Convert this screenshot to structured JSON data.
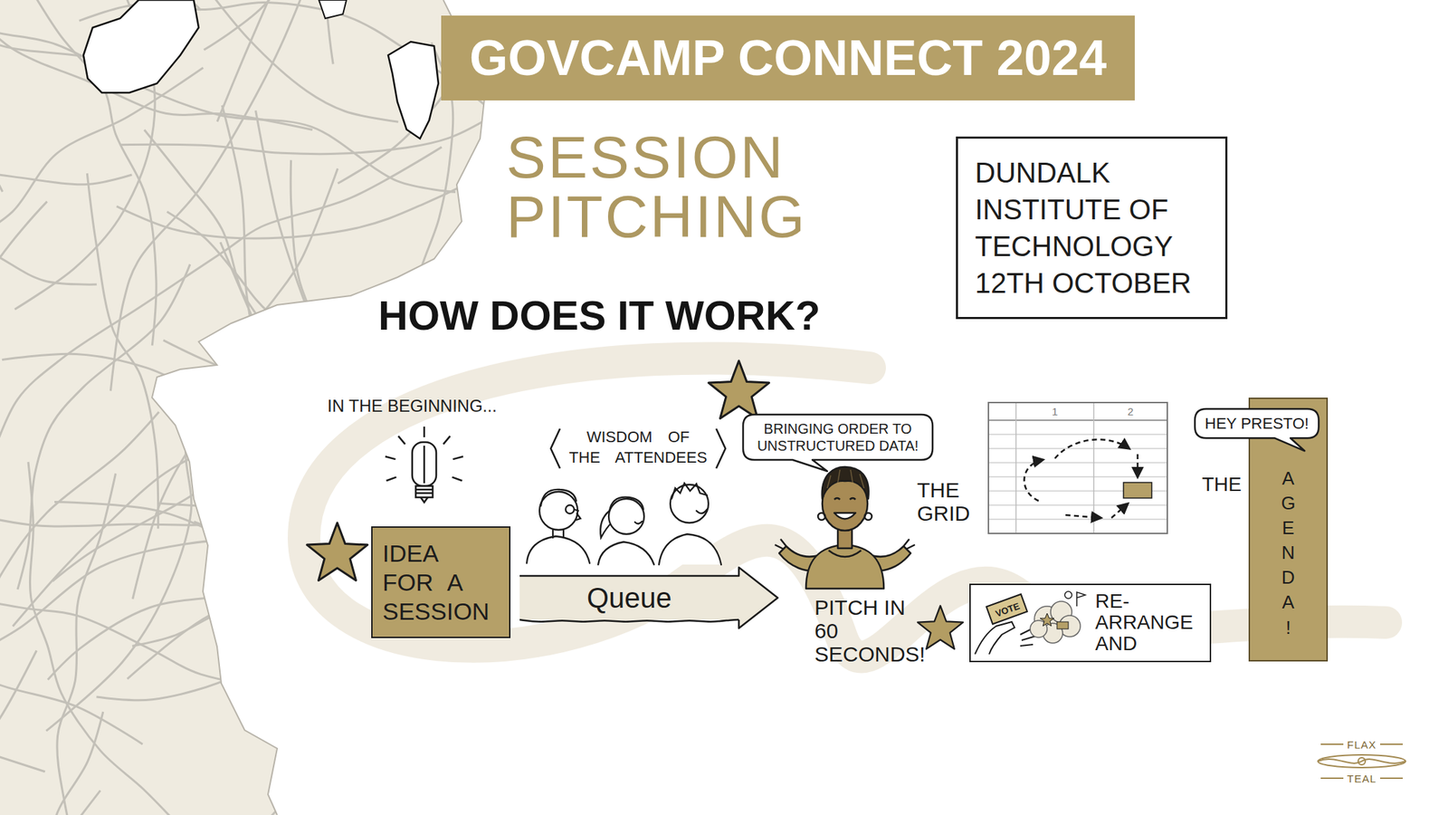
{
  "diagram": {
    "title": "GOVCAMP CONNECT 2024",
    "nodes": [
      {
        "text": [
          "DUNDALK INSTITUTE OF TECHNOLOGY 12TH OCTOBER"
        ]
      },
      {
        "text": [
          "IDEA FOR A SESSION"
        ]
      },
      {
        "text": [
          "Queue"
        ]
      },
      {
        "text": [
          "BRINGING ORDER TO UNSTRUCTURED DATA!"
        ]
      },
      {
        "text": [
          "THE GRID"
        ]
      },
      {
        "text": [
          "RE-ARRANGE AND"
        ]
      },
      {
        "text": [
          "HEY PRESTO!"
        ]
      },
      {
        "text": [
          "THE",
          "AGENDA!"
        ]
      }
    ],
    "labels": [
      "SESSION PITCHING",
      "HOW DOES IT WORK?",
      "IN THE BEGINNING...",
      "WISDOM OF THE ATTENDEES",
      "PITCH IN 60 SECONDS!",
      "1",
      "2",
      "VOTE",
      "FLAX",
      "TEAL"
    ]
  }
}
